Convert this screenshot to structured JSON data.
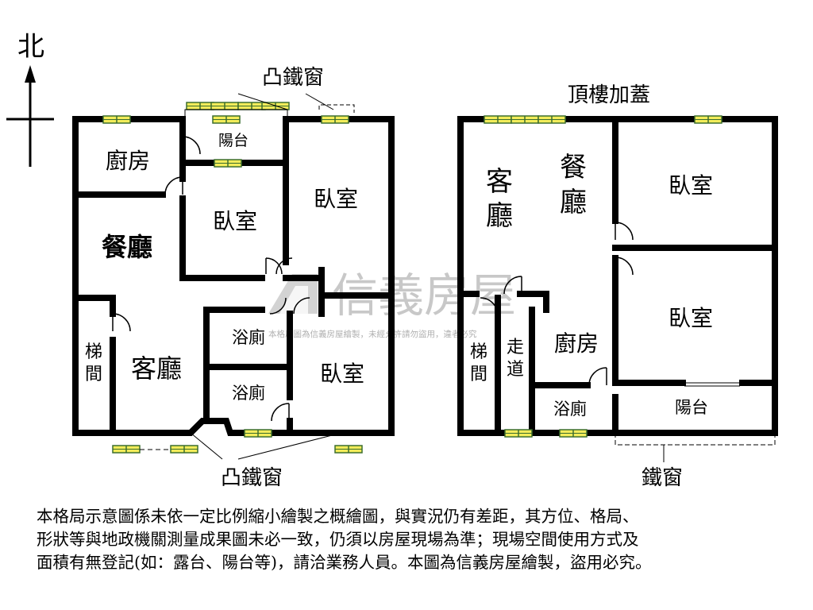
{
  "compass": {
    "north_label": "北"
  },
  "left_plan": {
    "top_window_label": "凸鐵窗",
    "bottom_window_label": "凸鐵窗",
    "rooms": {
      "kitchen": "廚房",
      "balcony": "陽台",
      "bedroom_center": "臥室",
      "bedroom_right": "臥室",
      "dining": "餐廳",
      "stair_1": "梯",
      "stair_2": "間",
      "living": "客廳",
      "bath_1": "浴廁",
      "bath_2": "浴廁",
      "bedroom_bottom": "臥室"
    }
  },
  "right_plan": {
    "title": "頂樓加蓋",
    "window_label": "鐵窗",
    "rooms": {
      "living_1": "客",
      "living_2": "廳",
      "dining_1": "餐",
      "dining_2": "廳",
      "bedroom_top": "臥室",
      "bedroom_mid": "臥室",
      "stair_1": "梯",
      "stair_2": "間",
      "corridor_1": "走",
      "corridor_2": "道",
      "kitchen": "廚房",
      "bath": "浴廁",
      "balcony": "陽台"
    }
  },
  "watermark": {
    "brand": "信義房屋",
    "notice": "本格局圖為信義房屋繪製，未經允許請勿盜用，違者必究"
  },
  "disclaimer": [
    "本格局示意圖係未依一定比例縮小繪製之概繪圖，與實況仍有差距，其方位、格局、",
    "形狀等與地政機關測量成果圖未必一致，仍須以房屋現場為準；現場空間使用方式及",
    "面積有無登記(如：露台、陽台等)，請洽業務人員。本圖為信義房屋繪製，盜用必究。"
  ],
  "colors": {
    "wall": "#000000",
    "window_fill": "#f2ec5a",
    "window_stroke": "#3c6e2e",
    "watermark": "#c8c8c8"
  }
}
